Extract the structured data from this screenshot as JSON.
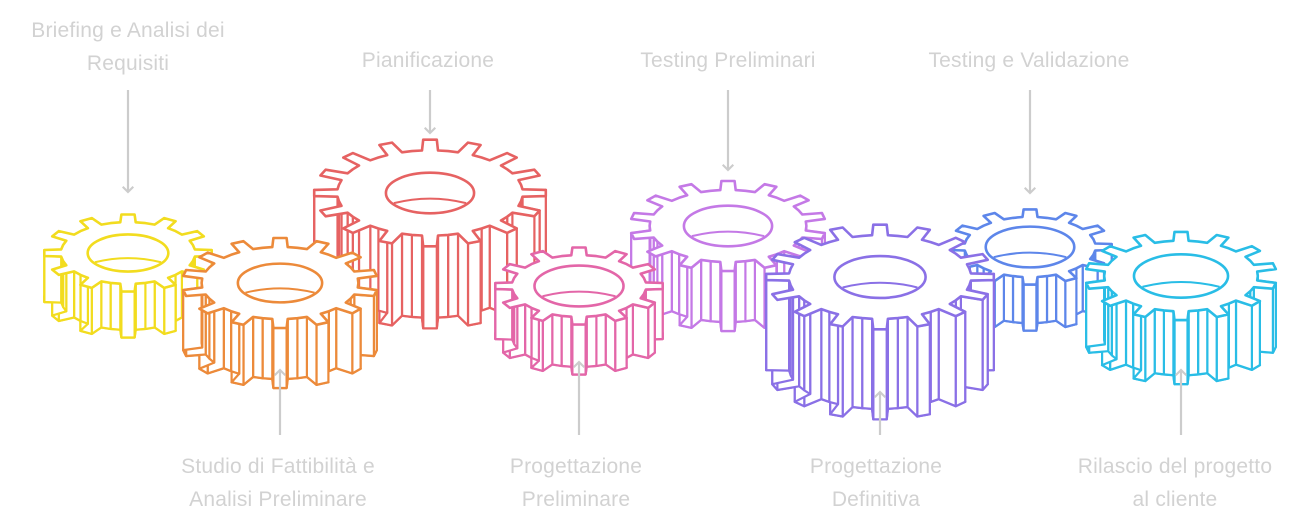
{
  "steps": [
    {
      "label_lines": [
        "Briefing e Analisi dei",
        "Requisiti"
      ],
      "color": "#f2dc1f",
      "label_position": "top"
    },
    {
      "label_lines": [
        "Studio di Fattibilità e",
        "Analisi Preliminare"
      ],
      "color": "#ec8a3a",
      "label_position": "bottom"
    },
    {
      "label_lines": [
        "Pianificazione"
      ],
      "color": "#e66262",
      "label_position": "top"
    },
    {
      "label_lines": [
        "Progettazione",
        "Preliminare"
      ],
      "color": "#e366a8",
      "label_position": "bottom"
    },
    {
      "label_lines": [
        "Testing Preliminari"
      ],
      "color": "#c479e6",
      "label_position": "top"
    },
    {
      "label_lines": [
        "Progettazione",
        "Definitiva"
      ],
      "color": "#8a70e6",
      "label_position": "bottom"
    },
    {
      "label_lines": [
        "Testing e Validazione"
      ],
      "color": "#5d86ea",
      "label_position": "top"
    },
    {
      "label_lines": [
        "Rilascio del progetto",
        "al cliente"
      ],
      "color": "#29bde6",
      "label_position": "bottom"
    }
  ],
  "colors": {
    "label_text": "#d2d2d2",
    "arrow": "#cccccc",
    "background": "#ffffff"
  }
}
